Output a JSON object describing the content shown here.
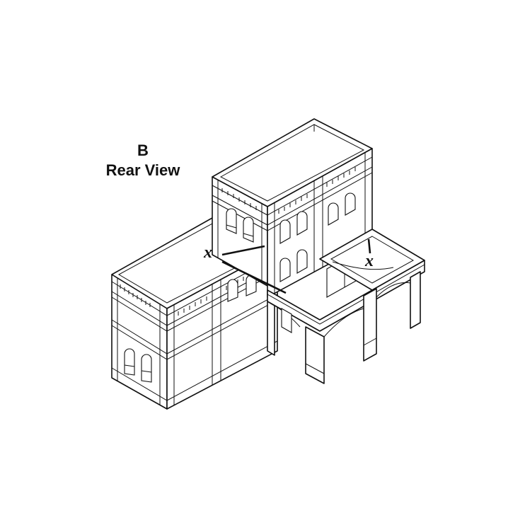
{
  "diagram": {
    "letter": "B",
    "view_title": "Rear View",
    "callouts": [
      "x",
      "x"
    ]
  }
}
